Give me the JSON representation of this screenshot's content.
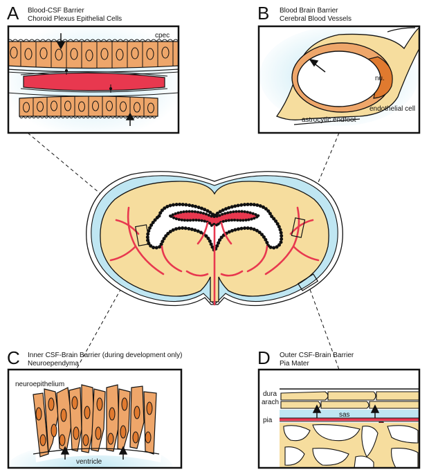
{
  "panels": {
    "a": {
      "letter": "A",
      "title": "Blood-CSF Barrier",
      "subtitle": "Choroid Plexus Epithelial Cells",
      "labels": {
        "cpec": "cpec"
      }
    },
    "b": {
      "letter": "B",
      "title": "Blood Brain Barrier",
      "subtitle": "Cerebral Blood Vessels",
      "labels": {
        "nucleus": "nu.",
        "endothelial": "endothelial cell",
        "astrocytic": "astrocytic endfoot"
      }
    },
    "c": {
      "letter": "C",
      "title": "Inner CSF-Brain Barrier (during development only)",
      "subtitle": "Neuroependyma",
      "labels": {
        "neuroepithelium": "neuroepithelium",
        "ventricle": "ventricle"
      }
    },
    "d": {
      "letter": "D",
      "title": "Outer CSF-Brain Barrier",
      "subtitle": "Pia Mater",
      "labels": {
        "dura": "dura",
        "arach": "arach",
        "sas": "sas",
        "pia": "pia"
      }
    }
  },
  "colors": {
    "tissue": "#f6dd9e",
    "csf": "#bfe6f2",
    "vessel": "#e8384f",
    "cell": "#eea66a",
    "outline": "#111111"
  }
}
